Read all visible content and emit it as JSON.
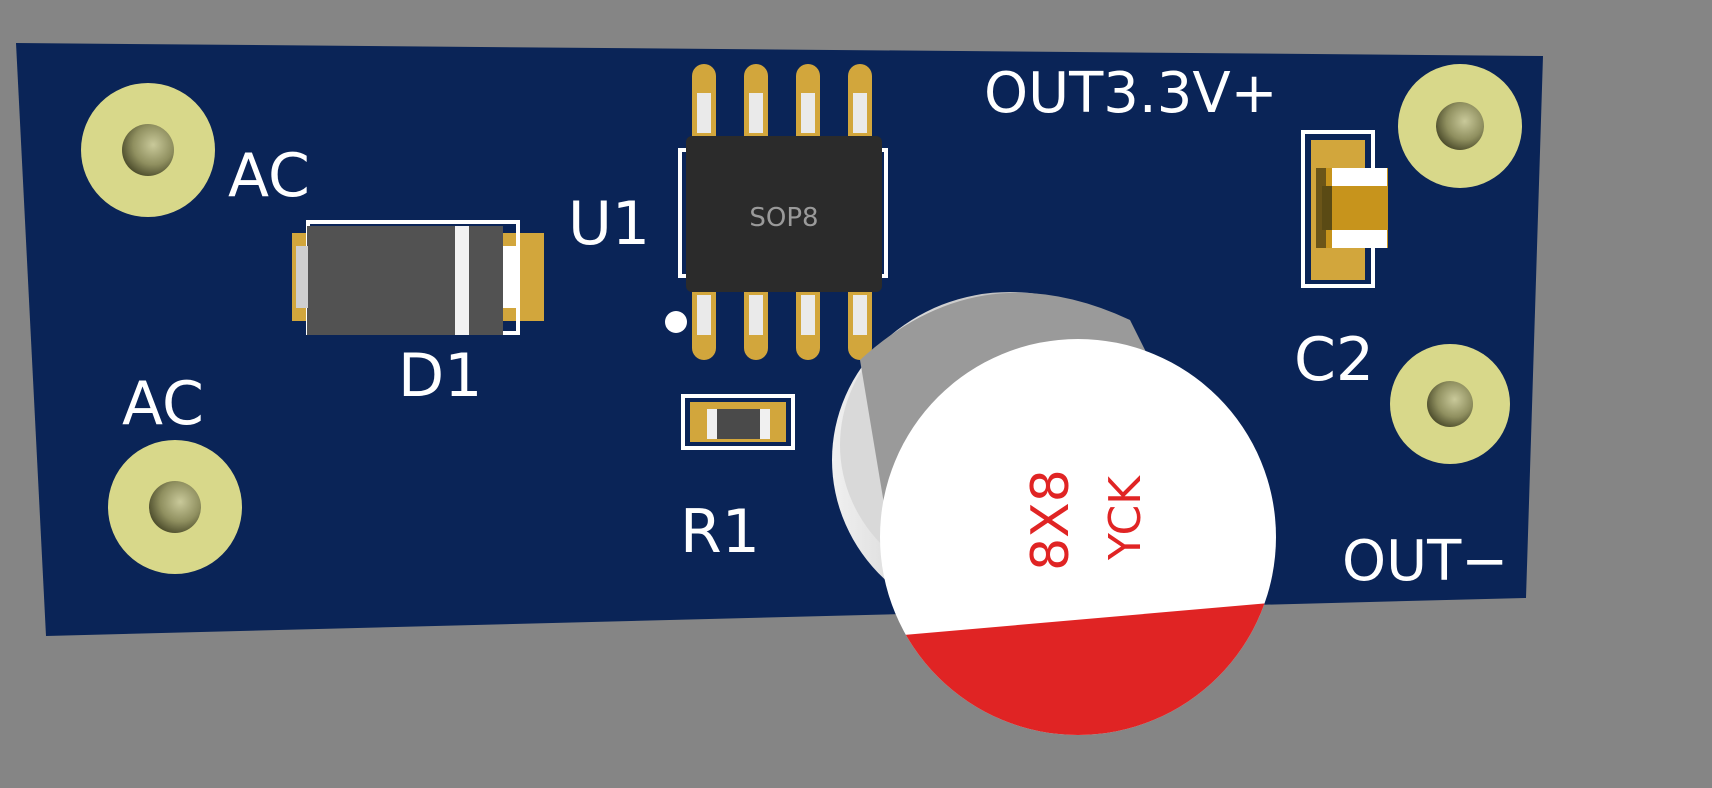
{
  "board": {
    "colors": {
      "background": "#858585",
      "solder_mask": "#0a2457",
      "pad_gold": "#d2a63c",
      "silkscreen": "#ffffff",
      "cap_marking": "#e02424"
    }
  },
  "labels": {
    "ac_top": "AC",
    "ac_bottom": "AC",
    "d1": "D1",
    "u1": "U1",
    "r1": "R1",
    "c2": "C2",
    "out_pos": "OUT3.3V+",
    "out_neg": "OUT−"
  },
  "ic": {
    "package_text": "SOP8"
  },
  "capacitor": {
    "size_text": "8X8",
    "brand_text": "YCK"
  }
}
